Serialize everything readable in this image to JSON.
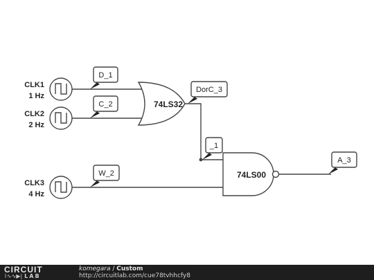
{
  "sources": [
    {
      "name": "CLK1",
      "freq": "1 Hz"
    },
    {
      "name": "CLK2",
      "freq": "2 Hz"
    },
    {
      "name": "CLK3",
      "freq": "4 Hz"
    }
  ],
  "gates": {
    "or_gate": "74LS32",
    "nand_gate": "74LS00"
  },
  "probes": {
    "d1": "D_1",
    "c2": "C_2",
    "w2": "W_2",
    "dorc3": "DorC_3",
    "n1": "_1",
    "a3": "A_3"
  },
  "footer": {
    "logo_top": "CIRCUIT",
    "logo_bottom": "LAB",
    "author": "komegara",
    "separator": " / ",
    "title": "Custom",
    "url": "http://circuitlab.com/cue78tvhhcfy8"
  }
}
